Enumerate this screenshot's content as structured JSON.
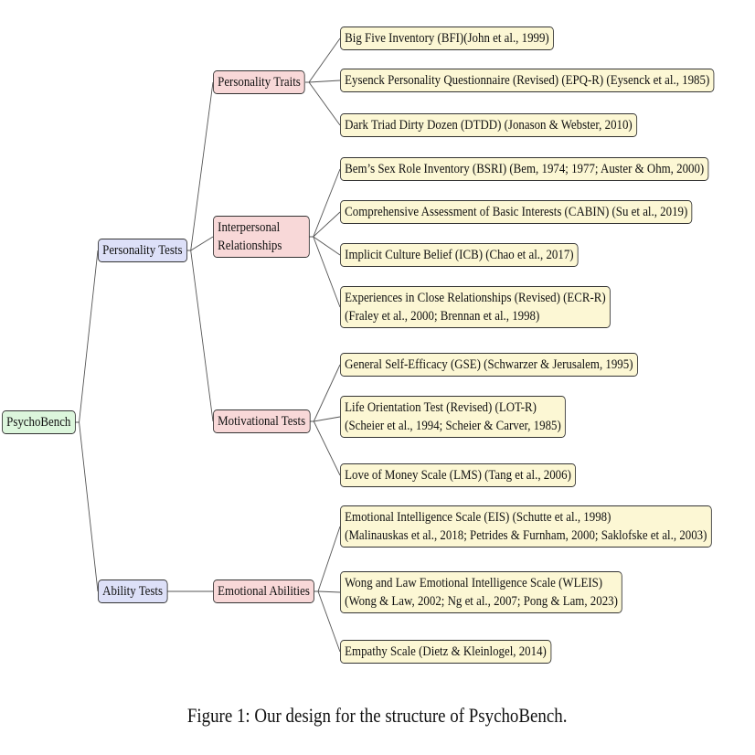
{
  "root": {
    "label": "PsychoBench"
  },
  "categories": [
    {
      "label": "Personality Tests"
    },
    {
      "label": "Ability Tests"
    }
  ],
  "subcategories": [
    {
      "label": "Personality Traits"
    },
    {
      "label": "Interpersonal Relationships"
    },
    {
      "label": "Motivational Tests"
    },
    {
      "label": "Emotional Abilities"
    }
  ],
  "tests": [
    {
      "label": "Big Five Inventory (BFI)(John et al., 1999)"
    },
    {
      "label": "Eysenck Personality Questionnaire (Revised) (EPQ-R) (Eysenck et al., 1985)"
    },
    {
      "label": "Dark Triad Dirty Dozen (DTDD) (Jonason & Webster, 2010)"
    },
    {
      "label": "Bem’s Sex Role Inventory (BSRI) (Bem, 1974; 1977; Auster & Ohm, 2000)"
    },
    {
      "label": "Comprehensive Assessment of Basic Interests (CABIN) (Su et al., 2019)"
    },
    {
      "label": "Implicit Culture Belief (ICB) (Chao et al., 2017)"
    },
    {
      "label": "Experiences in Close Relationships (Revised) (ECR-R)\n(Fraley et al., 2000; Brennan et al., 1998)"
    },
    {
      "label": "General Self-Efficacy (GSE) (Schwarzer & Jerusalem, 1995)"
    },
    {
      "label": "Life Orientation Test (Revised) (LOT-R)\n(Scheier et al., 1994; Scheier & Carver, 1985)"
    },
    {
      "label": "Love of Money Scale (LMS) (Tang et al., 2006)"
    },
    {
      "label": "Emotional Intelligence Scale (EIS) (Schutte et al., 1998)\n(Malinauskas et al., 2018; Petrides & Furnham, 2000; Saklofske et al., 2003)"
    },
    {
      "label": "Wong and Law Emotional Intelligence Scale (WLEIS)\n(Wong & Law, 2002; Ng et al., 2007; Pong & Lam, 2023)"
    },
    {
      "label": "Empathy Scale (Dietz & Kleinlogel, 2014)"
    }
  ],
  "caption": "Figure 1: Our design for the structure of PsychoBench.",
  "colors": {
    "root_fill": "#dcf6dc",
    "category_fill": "#dde0f8",
    "subcategory_fill": "#f8d8d8",
    "test_fill": "#fcf7d4",
    "line": "#555555"
  }
}
